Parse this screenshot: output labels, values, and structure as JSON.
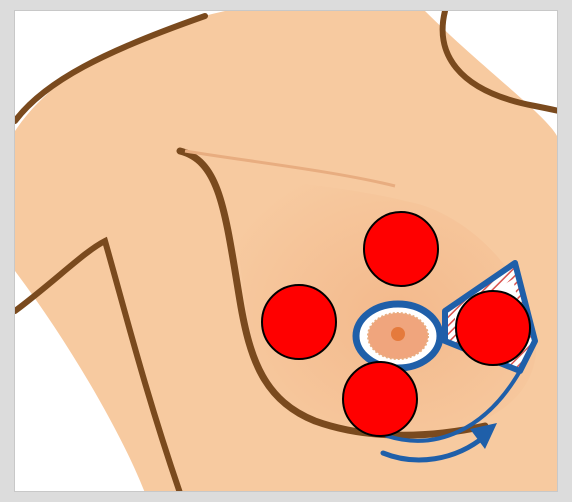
{
  "illustration": {
    "subject": "breast-self-exam-diagram",
    "colors": {
      "background_frame": "#dcdcdc",
      "panel": "#ffffff",
      "skin": "#f7caa0",
      "skin_shadow": "#e8ad80",
      "outline": "#7a4a1e",
      "areola": "#f0a57d",
      "nipple": "#e57a3c",
      "guide_blue": "#1f5fa9",
      "hatch_red": "#d9534f",
      "marker_red": "#ff0000"
    },
    "markers": [
      {
        "name": "marker-top"
      },
      {
        "name": "marker-left"
      },
      {
        "name": "marker-right"
      },
      {
        "name": "marker-bottom"
      }
    ],
    "icons": [
      "rotation-arrow-icon",
      "hatched-wedge-icon"
    ]
  }
}
